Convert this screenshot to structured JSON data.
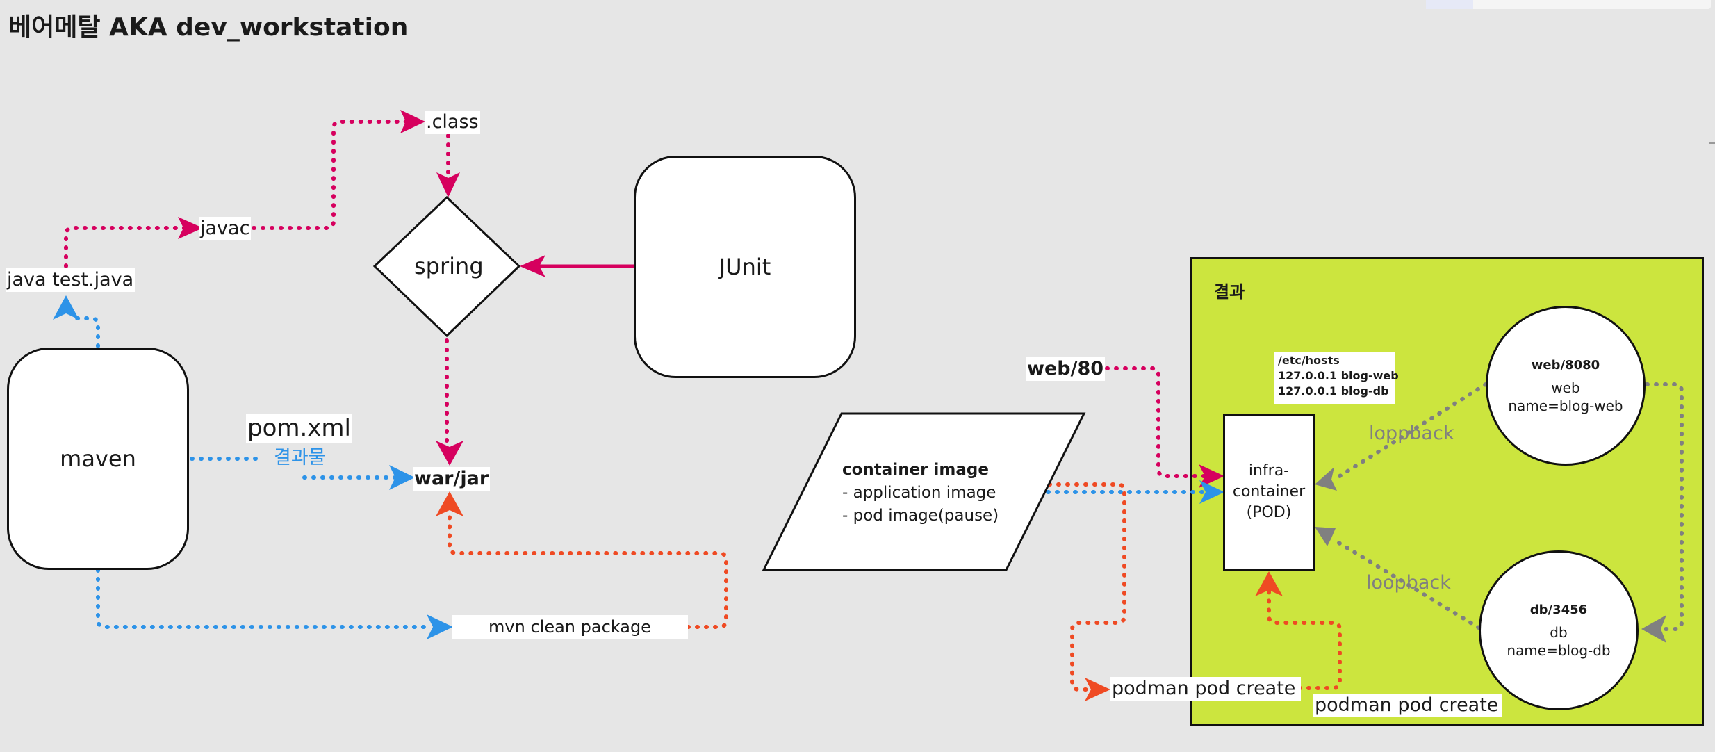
{
  "page": {
    "title": "베어메탈 AKA dev_workstation"
  },
  "nodes": {
    "maven": "maven",
    "junit": "JUnit",
    "spring": "spring",
    "java_test": "java test.java",
    "javac": "javac",
    "class_file": ".class",
    "pom_xml": "pom.xml",
    "artifact": "결과물",
    "war_jar": "war/jar",
    "mvn_clean_package": "mvn clean package",
    "container_image": {
      "title": "container image",
      "line1": "- application image",
      "line2": "- pod image(pause)"
    },
    "web_80": "web/80",
    "podman_create_1": "podman pod create",
    "podman_create_2": "podman pod create"
  },
  "result_panel": {
    "title": "결과",
    "hosts": {
      "header": "/etc/hosts",
      "line1": "127.0.0.1 blog-web",
      "line2": "127.0.0.1 blog-db"
    },
    "infra": {
      "line1": "infra-",
      "line2": "container",
      "line3": "(POD)"
    },
    "web_node": {
      "title": "web/8080",
      "line1": "web",
      "line2": "name=blog-web"
    },
    "db_node": {
      "title": "db/3456",
      "line1": "db",
      "line2": "name=blog-db"
    },
    "loopback_top": "loppback",
    "loopback_bottom": "loopback"
  },
  "colors": {
    "background": "#e6e6e6",
    "magenta": "#d6005e",
    "blue": "#2d93e8",
    "orange": "#ef4a23",
    "gray": "#808080",
    "panel_green": "#cce53e"
  }
}
